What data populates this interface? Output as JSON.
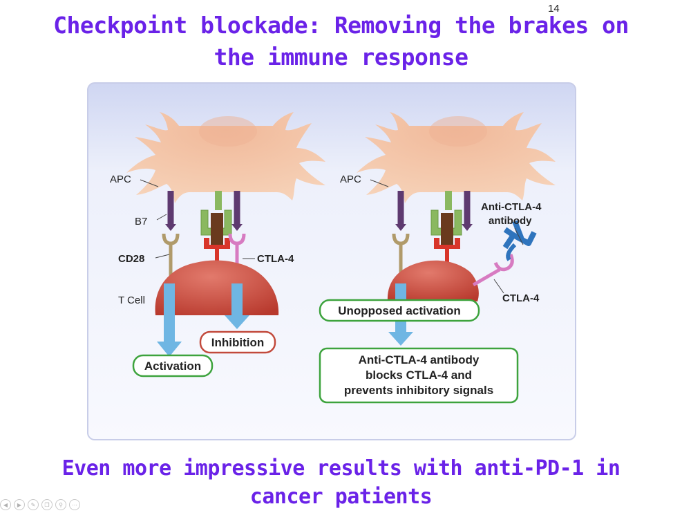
{
  "slide": {
    "number": "14",
    "title_line1": "Checkpoint blockade: Removing the brakes on",
    "title_line2": "the immune response",
    "footer_line1": "Even more impressive results with anti-PD-1 in",
    "footer_line2": "cancer patients"
  },
  "diagram": {
    "left": {
      "apc": "APC",
      "b7": "B7",
      "cd28": "CD28",
      "ctla4": "CTLA-4",
      "tcell": "T Cell",
      "inhibition": "Inhibition",
      "activation": "Activation"
    },
    "right": {
      "apc": "APC",
      "antibody_line1": "Anti-CTLA-4",
      "antibody_line2": "antibody",
      "ctla4": "CTLA-4",
      "unopposed": "Unopposed activation",
      "explain_line1": "Anti-CTLA-4 antibody",
      "explain_line2": "blocks CTLA-4 and",
      "explain_line3": "prevents inhibitory signals"
    }
  },
  "colors": {
    "title": "#6a22e8",
    "apc_cell": "#f3c7a6",
    "t_cell": "#c94a3c",
    "arrow_blue": "#6fb6e3",
    "b7_purple": "#5e3a70",
    "mhc_green": "#8ab860",
    "tcr_red": "#d8352a",
    "cd28_tan": "#b09a6a",
    "ctla4_pink": "#d77bc1",
    "antibody_blue": "#2f74bd",
    "green_box": "#3da33d",
    "red_box": "#c24a3c"
  },
  "player_controls": [
    "prev-icon",
    "play-icon",
    "pen-icon",
    "copy-icon",
    "zoom-icon",
    "more-icon"
  ]
}
